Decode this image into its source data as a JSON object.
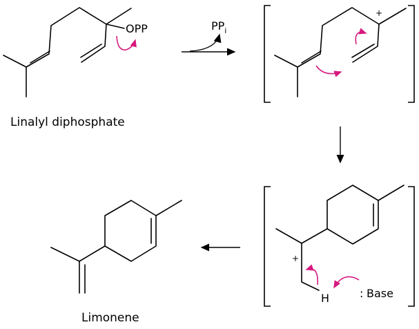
{
  "labels": {
    "linalyl": "Linalyl diphosphate",
    "limonene": "Limonene"
  },
  "atoms": {
    "opp": "OPP",
    "pp": "PP",
    "pp_sub": "i",
    "plus": "+",
    "h": "H",
    "base": "Base",
    "base_dots": ":"
  },
  "colors": {
    "curly_arrow": "#d6197f",
    "bonds": "#000000"
  }
}
